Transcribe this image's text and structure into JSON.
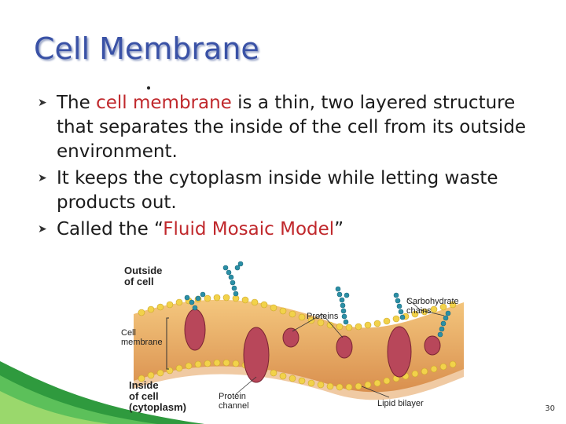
{
  "slide": {
    "title": "Cell Membrane",
    "bullets": [
      {
        "pre": "The ",
        "hl1": "cell membrane",
        "post": " is a thin, two layered structure that separates the inside of the cell from its outside environment."
      },
      {
        "text": "It keeps the cytoplasm inside while letting waste products out."
      },
      {
        "pre": "Called the “",
        "hl": "Fluid Mosaic Model",
        "post": "”"
      }
    ],
    "bullet_icon": "arrow-bullet-icon",
    "page_number": "30"
  },
  "diagram": {
    "labels": {
      "outside_1": "Outside",
      "outside_2": "of cell",
      "cell_membrane_1": "Cell",
      "cell_membrane_2": "membrane",
      "proteins": "Proteins",
      "carbohydrate_1": "Carbohydrate",
      "carbohydrate_2": "chains",
      "inside_1": "Inside",
      "inside_2": "of cell",
      "inside_3": "(cytoplasm)",
      "protein_channel_1": "Protein",
      "protein_channel_2": "channel",
      "lipid_bilayer": "Lipid bilayer"
    }
  },
  "colors": {
    "title": "#3a52a6",
    "highlight": "#c0282c",
    "membrane_band": "#e8b070",
    "lipid_head": "#f2d24a",
    "protein": "#b8475a",
    "carbohydrate": "#2a8fa6",
    "swoosh": "#3aa84a"
  }
}
